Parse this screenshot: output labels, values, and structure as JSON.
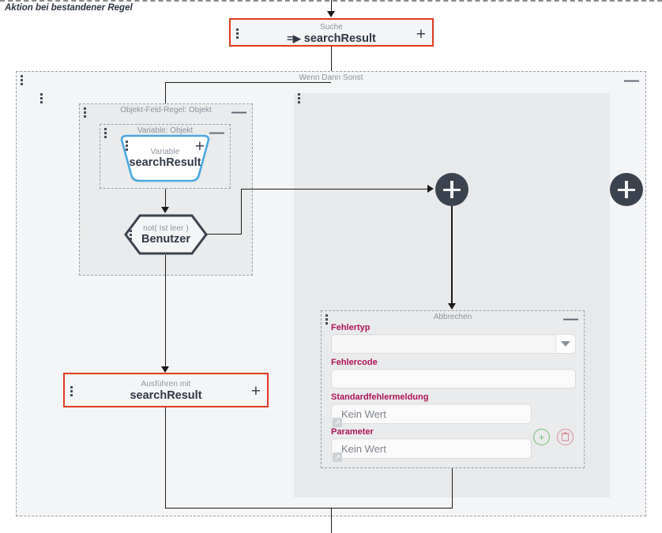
{
  "canvas": {
    "outer_rule_label": "Aktion bei bestandener Regel",
    "accent_red": "#e03b22",
    "accent_label": "#ad1457",
    "node_dark": "#3b434e",
    "variable_blue": "#4aa8e0",
    "hex_border": "#3b434e"
  },
  "search_node": {
    "title": "Suche",
    "value": "searchResult",
    "prefix_glyph": "=▶",
    "add_label": "+"
  },
  "ifelse_group": {
    "title": "Wenn Dann Sonst",
    "collapse_label": "—"
  },
  "object_field_group": {
    "title": "Objekt-Feld-Regel: Objekt",
    "collapse_label": "—"
  },
  "variable_group": {
    "title": "Variable: Objekt",
    "collapse_label": "—"
  },
  "variable_node": {
    "title": "Variable",
    "value": "searchResult",
    "add_label": "+"
  },
  "condition_node": {
    "title": "not( Ist leer )",
    "value": "Benutzer"
  },
  "execute_node": {
    "title": "Ausführen mit",
    "value": "searchResult",
    "add_label": "+"
  },
  "branch_add_buttons": [
    {
      "name": "add-step-inner",
      "label": "+"
    },
    {
      "name": "add-step-outer",
      "label": "+"
    }
  ],
  "abort_panel": {
    "title": "Abbrechen",
    "collapse_label": "—",
    "fields": [
      {
        "label": "Fehlertyp",
        "type": "select",
        "value": "",
        "placeholder": ""
      },
      {
        "label": "Fehlercode",
        "type": "text",
        "value": "",
        "placeholder": ""
      },
      {
        "label": "Standardfehlermeldung",
        "type": "expandable",
        "value": "Kein Wert",
        "expand_glyph": "↗"
      },
      {
        "label": "Parameter",
        "type": "expandable",
        "value": "Kein Wert",
        "expand_glyph": "↗"
      }
    ],
    "row_buttons": [
      {
        "name": "add-parameter-button",
        "label": "+"
      },
      {
        "name": "delete-parameter-button",
        "label": "Ὕ1"
      }
    ]
  }
}
